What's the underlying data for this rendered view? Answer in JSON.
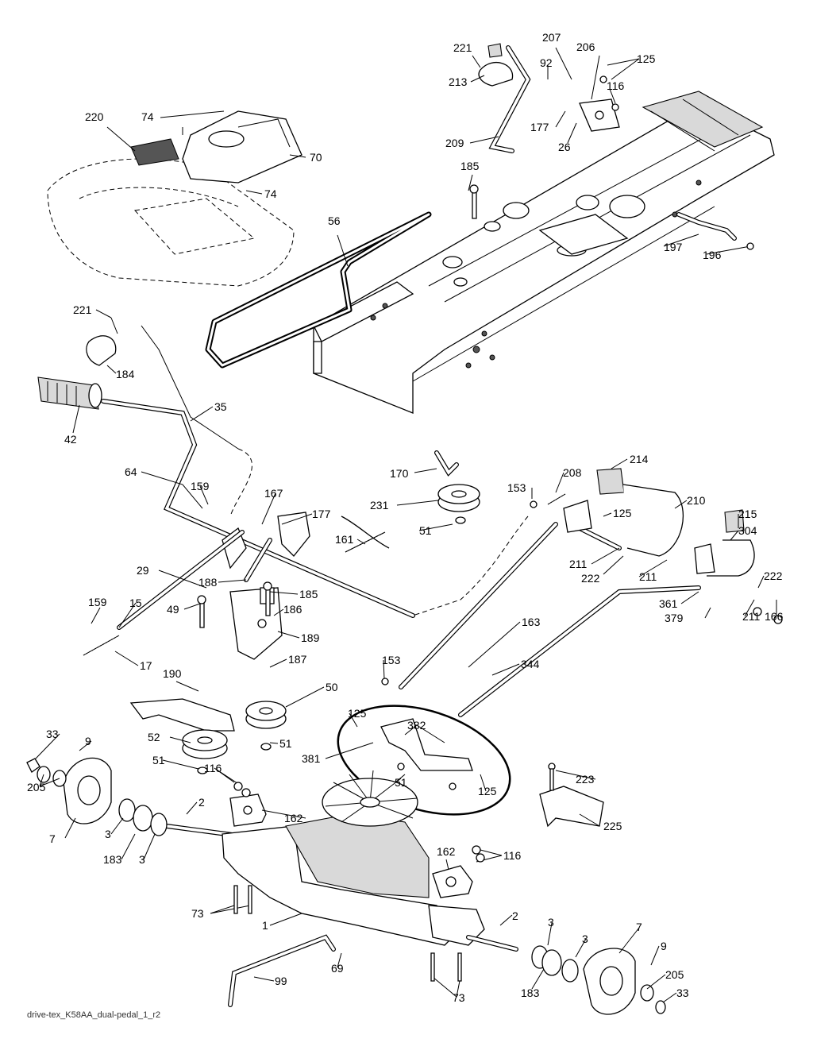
{
  "caption": "drive-tex_K58AA_dual-pedal_1_r2",
  "callouts": [
    "221",
    "207",
    "206",
    "125",
    "213",
    "92",
    "116",
    "177",
    "26",
    "209",
    "74",
    "220",
    "70",
    "74",
    "185",
    "56",
    "197",
    "196",
    "221",
    "184",
    "42",
    "35",
    "64",
    "159",
    "167",
    "177",
    "170",
    "208",
    "214",
    "231",
    "153",
    "125",
    "210",
    "51",
    "215",
    "304",
    "161",
    "211",
    "222",
    "211",
    "222",
    "29",
    "188",
    "185",
    "186",
    "361",
    "211",
    "166",
    "379",
    "159",
    "15",
    "49",
    "189",
    "163",
    "17",
    "187",
    "153",
    "344",
    "190",
    "50",
    "125",
    "382",
    "33",
    "9",
    "52",
    "51",
    "381",
    "223",
    "51",
    "116",
    "51",
    "125",
    "205",
    "162",
    "2",
    "225",
    "7",
    "3",
    "183",
    "3",
    "162",
    "116",
    "73",
    "1",
    "2",
    "3",
    "7",
    "9",
    "3",
    "205",
    "69",
    "33",
    "99",
    "183",
    "73"
  ]
}
